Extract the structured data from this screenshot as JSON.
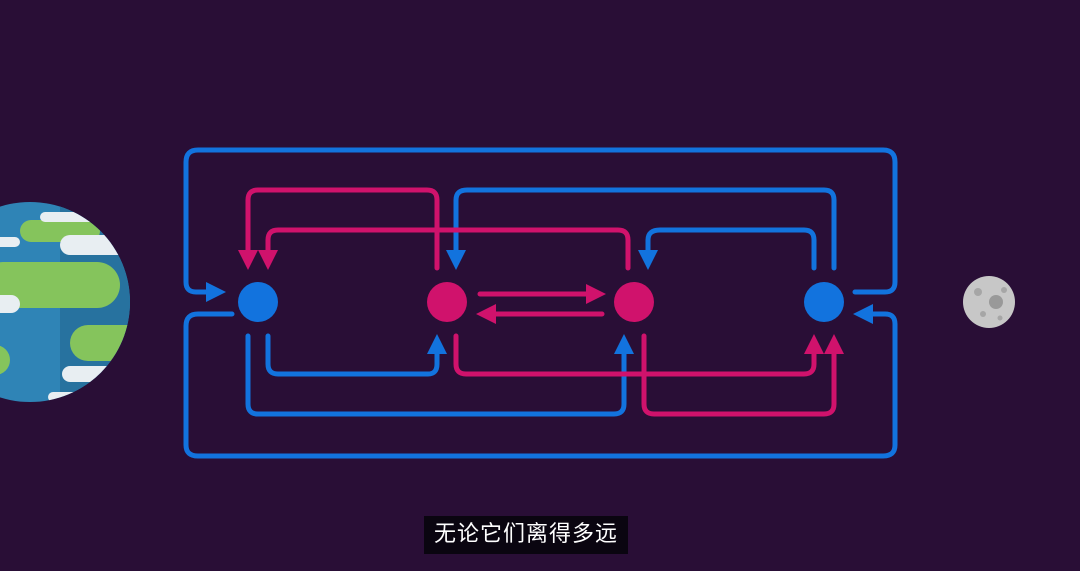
{
  "subtitle": "无论它们离得多远",
  "colors": {
    "background": "#290e36",
    "blue_link": "#1273de",
    "pink_link": "#d0126c",
    "earth_ocean": "#2f84b6",
    "earth_land": "#85c45c",
    "moon": "#c7c7c7"
  },
  "nodes": [
    {
      "id": "blue-node-1",
      "color": "blue"
    },
    {
      "id": "pink-node-1",
      "color": "pink"
    },
    {
      "id": "pink-node-2",
      "color": "pink"
    },
    {
      "id": "blue-node-2",
      "color": "blue"
    }
  ]
}
